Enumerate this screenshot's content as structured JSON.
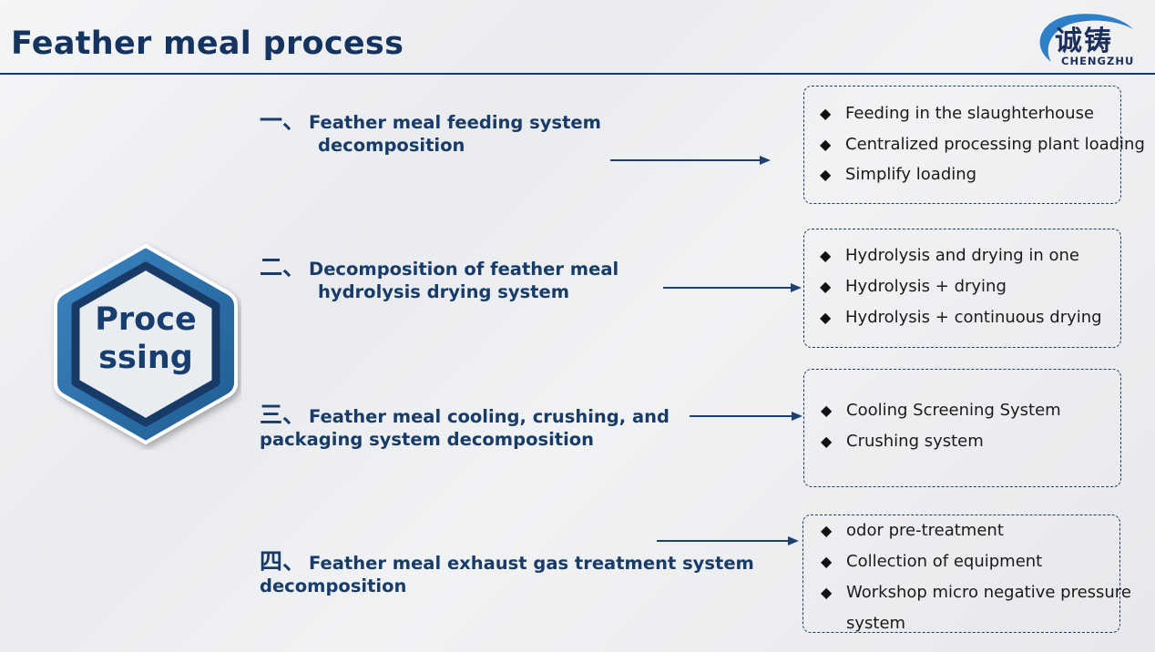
{
  "page": {
    "title": "Feather meal process",
    "center_label_line1": "Proce",
    "center_label_line2": "ssing"
  },
  "logo": {
    "chinese": "诚铸",
    "english": "CHENGZHU"
  },
  "colors": {
    "title": "#14345f",
    "hex_outer": "#2a6ea6",
    "hex_inner": "#183e70"
  },
  "sections": [
    {
      "number": "一、",
      "title_line1": "Feather meal feeding system",
      "title_line2": "decomposition",
      "bullets": [
        "Feeding in the slaughterhouse",
        "Centralized processing plant loading",
        "Simplify loading"
      ]
    },
    {
      "number": "二、",
      "title_line1": "Decomposition of feather meal",
      "title_line2": "hydrolysis drying system",
      "bullets": [
        "Hydrolysis and drying in one",
        "Hydrolysis + drying",
        "Hydrolysis + continuous drying"
      ]
    },
    {
      "number": "三、",
      "title_line1": "Feather meal cooling, crushing, and",
      "title_line2": "packaging system decomposition",
      "bullets": [
        "Cooling Screening System",
        "Crushing system"
      ]
    },
    {
      "number": "四、",
      "title_line1": "Feather meal exhaust gas treatment system",
      "title_line2": "decomposition",
      "bullets": [
        "odor  pre-treatment",
        "Collection of equipment",
        "Workshop micro negative pressure",
        "system"
      ]
    }
  ]
}
